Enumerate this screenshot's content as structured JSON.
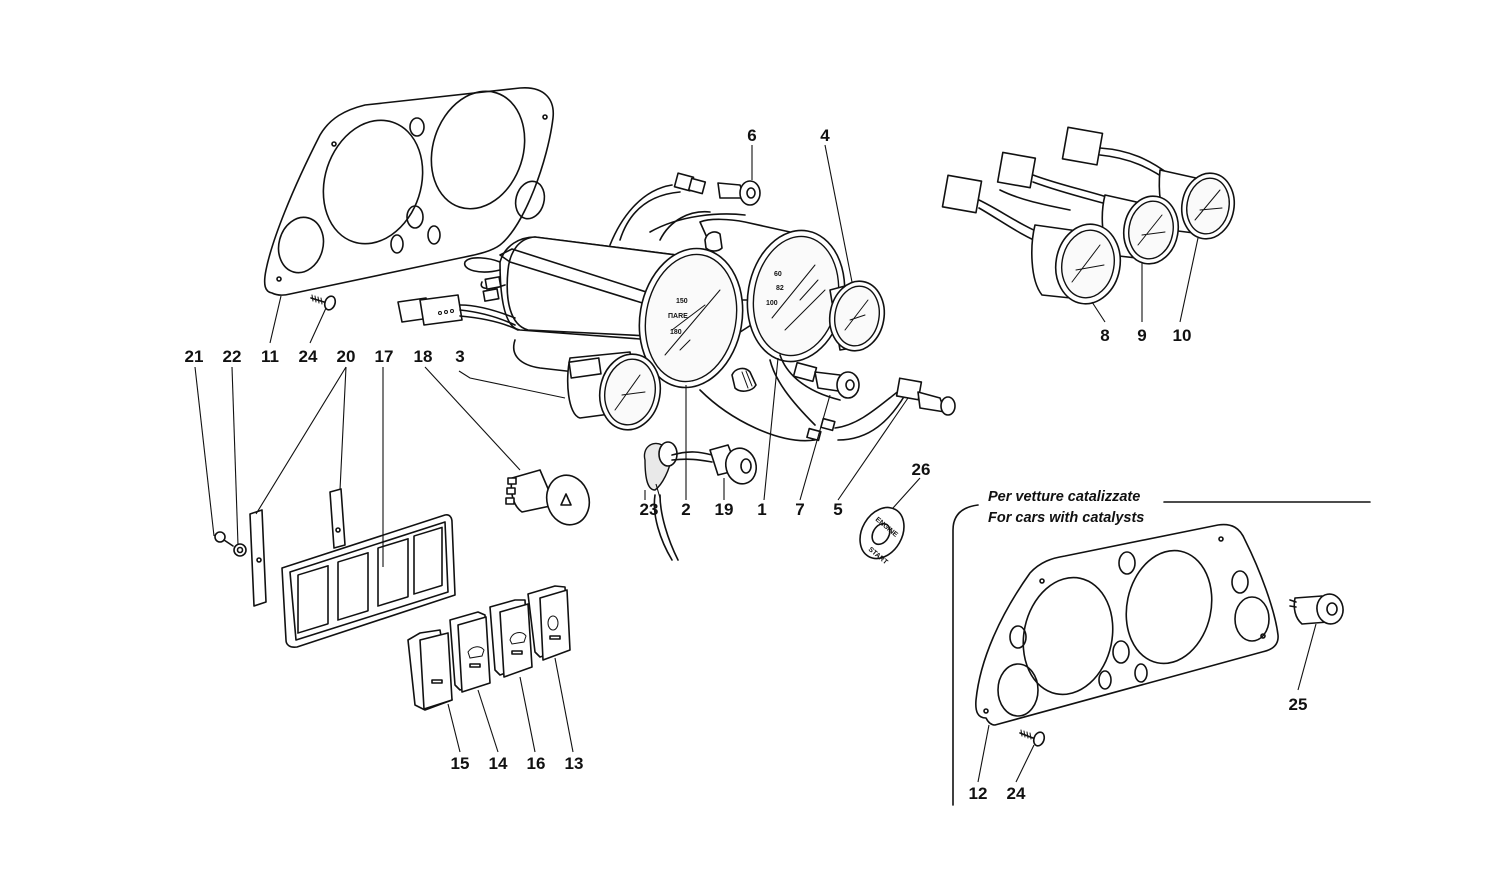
{
  "diagram": {
    "title": "Instrument panel and switches — exploded parts view",
    "callouts": {
      "p1": "1",
      "p2": "2",
      "p3": "3",
      "p4": "4",
      "p5": "5",
      "p6": "6",
      "p7": "7",
      "p8": "8",
      "p9": "9",
      "p10": "10",
      "p11": "11",
      "p12": "12",
      "p13": "13",
      "p14": "14",
      "p15": "15",
      "p16": "16",
      "p17": "17",
      "p18": "18",
      "p19": "19",
      "p20": "20",
      "p21": "21",
      "p22": "22",
      "p23": "23",
      "p24_left": "24",
      "p24_right": "24",
      "p25": "25",
      "p26": "26"
    },
    "washer_text": {
      "top": "ENGINE",
      "bottom": "START"
    },
    "catalyst_note": {
      "line_it": "Per vetture catalizzate",
      "line_en": "For cars with catalysts"
    }
  }
}
